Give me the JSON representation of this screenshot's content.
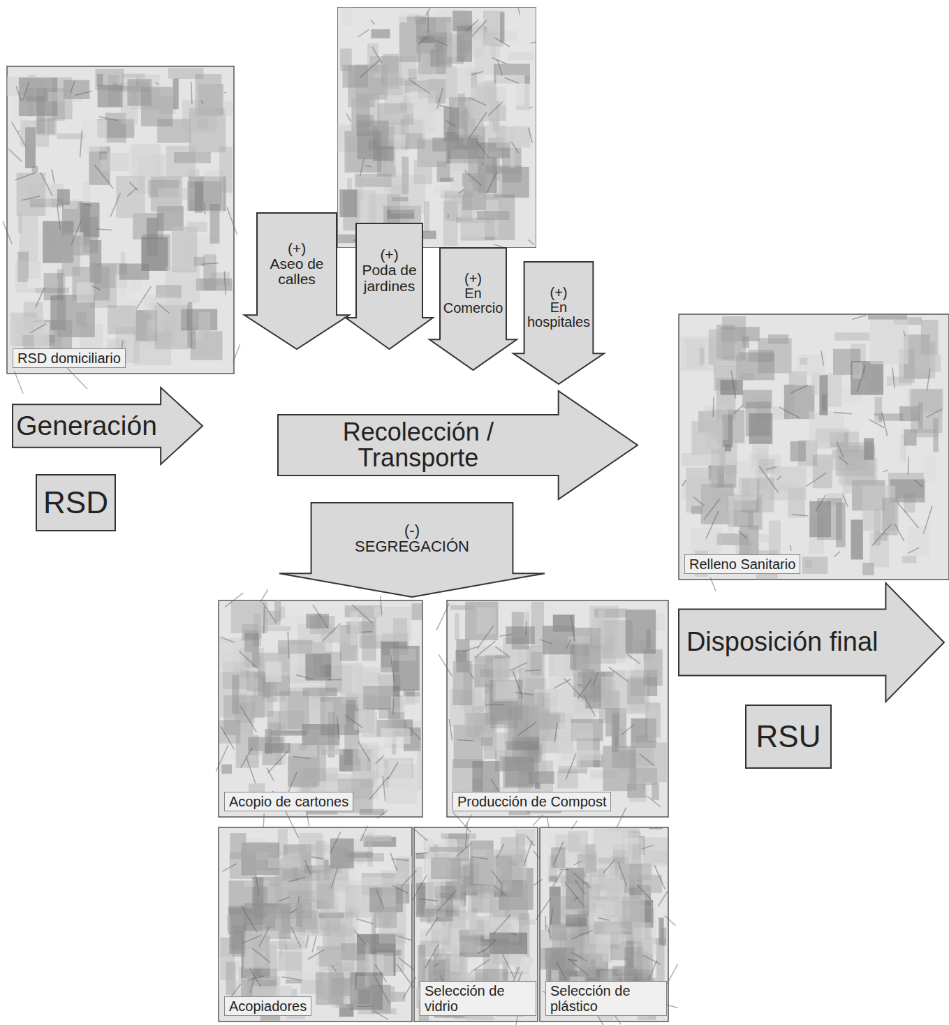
{
  "diagram": {
    "nodes": [
      {
        "text": [
          "RSD domiciliario"
        ]
      },
      {
        "text": [
          "Generación"
        ]
      },
      {
        "text": [
          "RSD"
        ]
      },
      {
        "text": [
          "(+)",
          "Aseo de calles"
        ]
      },
      {
        "text": [
          "(+)",
          "Poda de jardines"
        ]
      },
      {
        "text": [
          "(+)",
          "En Comercio"
        ]
      },
      {
        "text": [
          "(+)",
          "En hospitales"
        ]
      },
      {
        "text": [
          "Recolección / Transporte"
        ]
      },
      {
        "text": [
          "(-)",
          "SEGREGACIÓN"
        ]
      },
      {
        "text": [
          "Acopio de cartones"
        ]
      },
      {
        "text": [
          "Producción de Compost"
        ]
      },
      {
        "text": [
          "Acopiadores"
        ]
      },
      {
        "text": [
          "Selección de vidrio"
        ]
      },
      {
        "text": [
          "Selección de plástico"
        ]
      },
      {
        "text": [
          "Relleno Sanitario"
        ]
      },
      {
        "text": [
          "Disposición final"
        ]
      },
      {
        "text": [
          "RSU"
        ]
      }
    ]
  }
}
